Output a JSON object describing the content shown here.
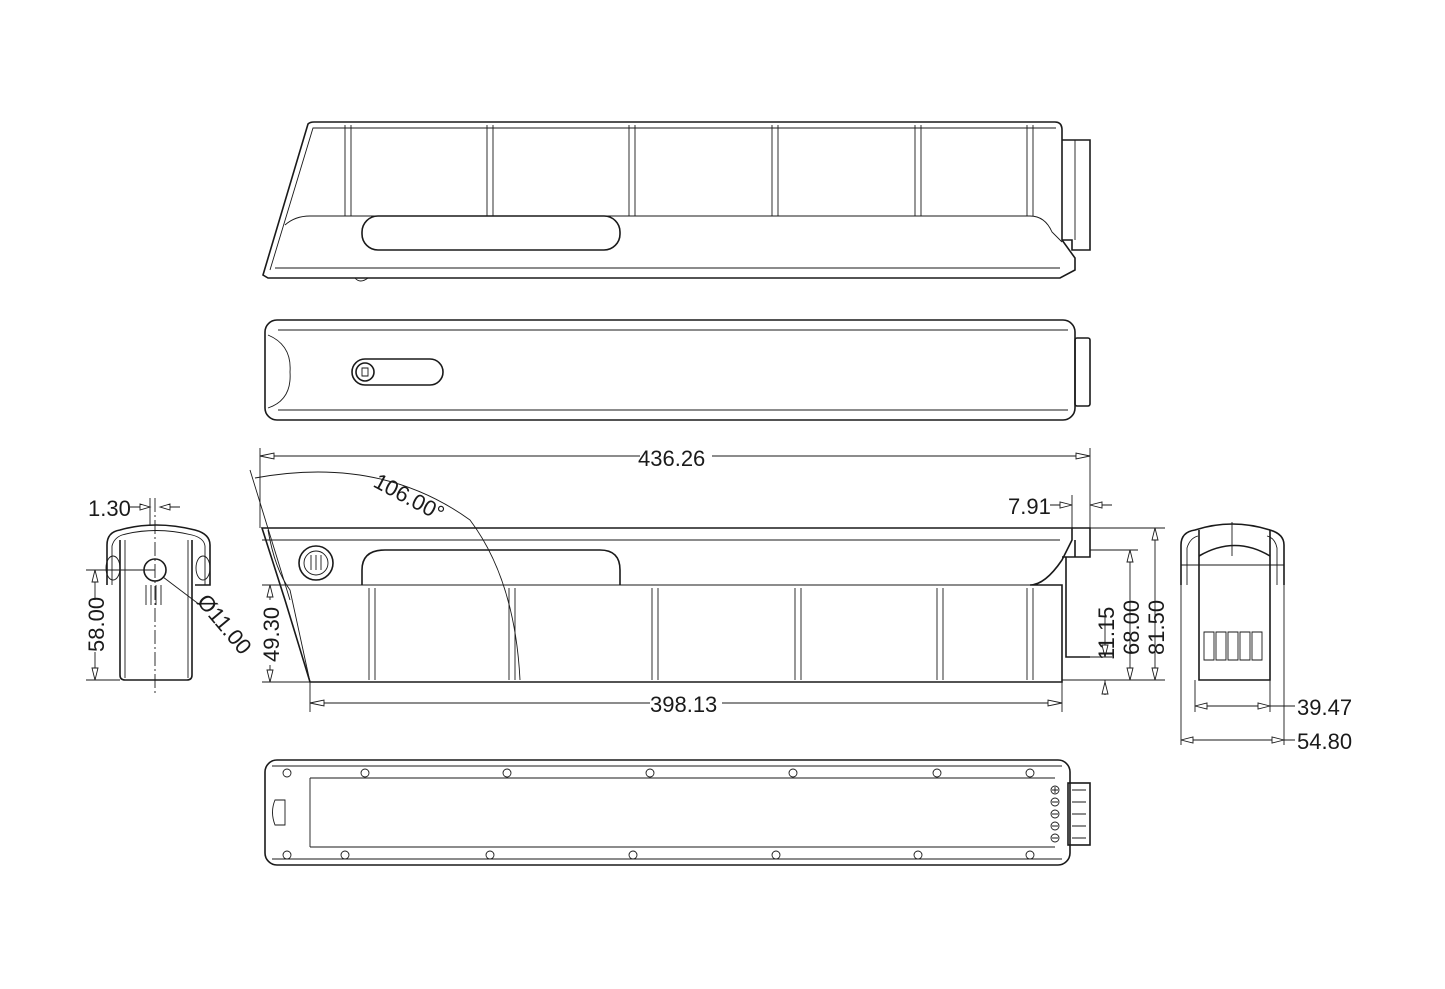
{
  "dimensions": {
    "overall_length": "436.26",
    "slant_angle": "106.00°",
    "connector_offset": "7.91",
    "center_offset": "1.30",
    "lock_height": "58.00",
    "lock_diameter": "Ø11.00",
    "lower_height": "49.30",
    "connector_height": "11.15",
    "body_height": "68.00",
    "total_height": "81.50",
    "base_length": "398.13",
    "inner_width": "39.47",
    "total_width": "54.80"
  },
  "terminal_symbols": [
    "+",
    "-",
    "-",
    "-",
    "-"
  ]
}
